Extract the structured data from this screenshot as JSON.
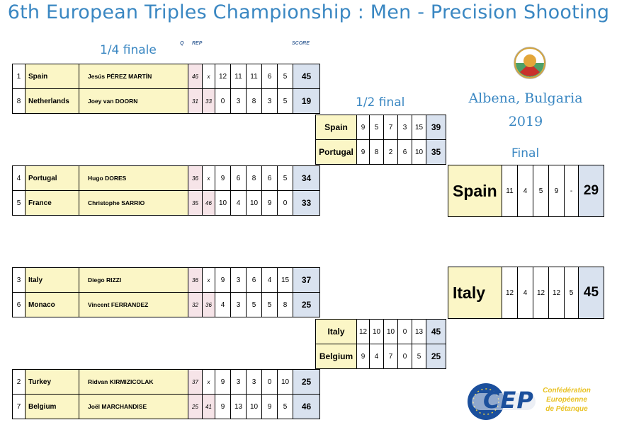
{
  "title": "6th European Triples Championship : Men - Precision Shooting",
  "sections": {
    "quarter": "1/4 finale",
    "semi": "1/2 final",
    "final": "Final"
  },
  "headers": {
    "q": "Q",
    "rep": "REP",
    "score": "SCORE"
  },
  "venue": {
    "place": "Albena, Bulgaria",
    "year": "2019"
  },
  "emblem": {
    "name": "bulgarian-federation-emblem-icon"
  },
  "cep_logo": {
    "letters": "CEP",
    "line1": "Confédération",
    "line2": "Européenne",
    "line3": "de Pétanque"
  },
  "quarterfinals": [
    {
      "rows": [
        {
          "seed": "1",
          "country": "Spain",
          "player": "Jesús PÉREZ MARTÍN",
          "q": "46",
          "rep": "x",
          "shots": [
            "12",
            "11",
            "11",
            "6",
            "5"
          ],
          "score": "45"
        },
        {
          "seed": "8",
          "country": "Netherlands",
          "player": "Joey van DOORN",
          "q": "31",
          "rep": "33",
          "shots": [
            "0",
            "3",
            "8",
            "3",
            "5"
          ],
          "score": "19"
        }
      ]
    },
    {
      "rows": [
        {
          "seed": "4",
          "country": "Portugal",
          "player": "Hugo DORES",
          "q": "36",
          "rep": "x",
          "shots": [
            "9",
            "6",
            "8",
            "6",
            "5"
          ],
          "score": "34"
        },
        {
          "seed": "5",
          "country": "France",
          "player": "Christophe SARRIO",
          "q": "35",
          "rep": "46",
          "shots": [
            "10",
            "4",
            "10",
            "9",
            "0"
          ],
          "score": "33"
        }
      ]
    },
    {
      "rows": [
        {
          "seed": "3",
          "country": "Italy",
          "player": "Diego RIZZI",
          "q": "36",
          "rep": "x",
          "shots": [
            "9",
            "3",
            "6",
            "4",
            "15"
          ],
          "score": "37"
        },
        {
          "seed": "6",
          "country": "Monaco",
          "player": "Vincent FERRANDEZ",
          "q": "32",
          "rep": "36",
          "shots": [
            "4",
            "3",
            "5",
            "5",
            "8"
          ],
          "score": "25"
        }
      ]
    },
    {
      "rows": [
        {
          "seed": "2",
          "country": "Turkey",
          "player": "Ridvan KIRMIZICOLAK",
          "q": "37",
          "rep": "x",
          "shots": [
            "9",
            "3",
            "3",
            "0",
            "10"
          ],
          "score": "25"
        },
        {
          "seed": "7",
          "country": "Belgium",
          "player": "Joël MARCHANDISE",
          "q": "25",
          "rep": "41",
          "shots": [
            "9",
            "13",
            "10",
            "9",
            "5"
          ],
          "score": "46"
        }
      ]
    }
  ],
  "semifinals": [
    {
      "rows": [
        {
          "country": "Spain",
          "shots": [
            "9",
            "5",
            "7",
            "3",
            "15"
          ],
          "score": "39"
        },
        {
          "country": "Portugal",
          "shots": [
            "9",
            "8",
            "2",
            "6",
            "10"
          ],
          "score": "35"
        }
      ]
    },
    {
      "rows": [
        {
          "country": "Italy",
          "shots": [
            "12",
            "10",
            "10",
            "0",
            "13"
          ],
          "score": "45"
        },
        {
          "country": "Belgium",
          "shots": [
            "9",
            "4",
            "7",
            "0",
            "5"
          ],
          "score": "25"
        }
      ]
    }
  ],
  "final": [
    {
      "country": "Spain",
      "shots": [
        "11",
        "4",
        "5",
        "9",
        "-"
      ],
      "score": "29"
    },
    {
      "country": "Italy",
      "shots": [
        "12",
        "4",
        "12",
        "12",
        "5"
      ],
      "score": "45"
    }
  ],
  "colors": {
    "title_blue": "#3a87c2",
    "player_yellow": "#fbf6c6",
    "qual_pink": "#f6e4e8",
    "score_blue": "#d9e2ef"
  }
}
